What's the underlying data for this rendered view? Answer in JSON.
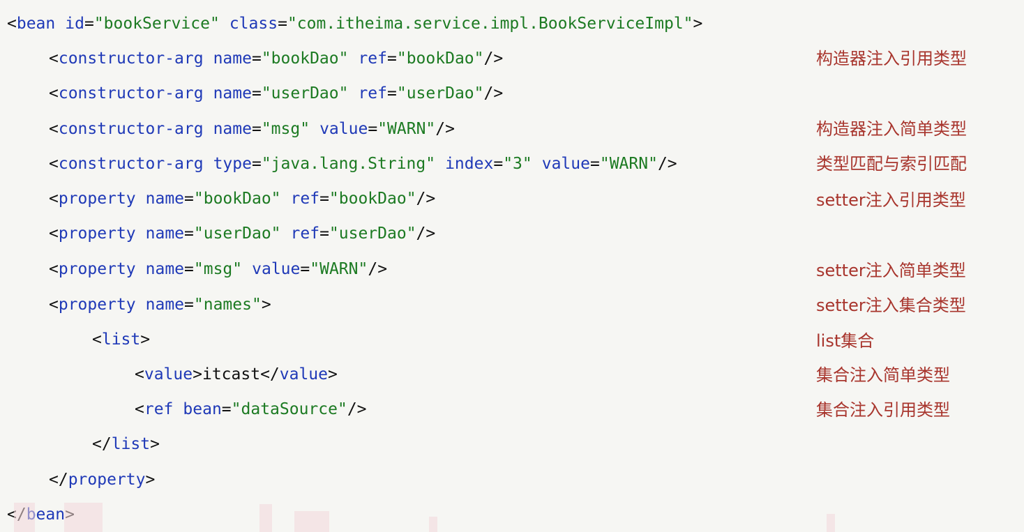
{
  "code": {
    "bean_open": {
      "tag": "bean",
      "attr1_name": "id",
      "attr1_value": "\"bookService\"",
      "attr2_name": "class",
      "attr2_value": "\"com.itheima.service.impl.BookServiceImpl\""
    },
    "ctor1": {
      "tag": "constructor-arg",
      "attr1_name": "name",
      "attr1_value": "\"bookDao\"",
      "attr2_name": "ref",
      "attr2_value": "\"bookDao\""
    },
    "ctor2": {
      "tag": "constructor-arg",
      "attr1_name": "name",
      "attr1_value": "\"userDao\"",
      "attr2_name": "ref",
      "attr2_value": "\"userDao\""
    },
    "ctor3": {
      "tag": "constructor-arg",
      "attr1_name": "name",
      "attr1_value": "\"msg\"",
      "attr2_name": "value",
      "attr2_value": "\"WARN\""
    },
    "ctor4": {
      "tag": "constructor-arg",
      "attr1_name": "type",
      "attr1_value": "\"java.lang.String\"",
      "attr2_name": "index",
      "attr2_value": "\"3\"",
      "attr3_name": "value",
      "attr3_value": "\"WARN\""
    },
    "prop1": {
      "tag": "property",
      "attr1_name": "name",
      "attr1_value": "\"bookDao\"",
      "attr2_name": "ref",
      "attr2_value": "\"bookDao\""
    },
    "prop2": {
      "tag": "property",
      "attr1_name": "name",
      "attr1_value": "\"userDao\"",
      "attr2_name": "ref",
      "attr2_value": "\"userDao\""
    },
    "prop3": {
      "tag": "property",
      "attr1_name": "name",
      "attr1_value": "\"msg\"",
      "attr2_name": "value",
      "attr2_value": "\"WARN\""
    },
    "prop4_open": {
      "tag": "property",
      "attr1_name": "name",
      "attr1_value": "\"names\""
    },
    "list_open": {
      "tag": "list"
    },
    "value_line": {
      "tag": "value",
      "text": "itcast"
    },
    "ref_line": {
      "tag": "ref",
      "attr1_name": "bean",
      "attr1_value": "\"dataSource\""
    },
    "list_close": {
      "tag": "list"
    },
    "prop4_close": {
      "tag": "property"
    },
    "bean_close": {
      "tag": "bean"
    }
  },
  "comments": {
    "c1": "构造器注入引用类型",
    "c2": "构造器注入简单类型",
    "c3": "类型匹配与索引匹配",
    "c4": "setter注入引用类型",
    "c5": "setter注入简单类型",
    "c6": "setter注入集合类型",
    "c7": "list集合",
    "c8": "集合注入简单类型",
    "c9": "集合注入引用类型"
  },
  "colors": {
    "tag": "#1f39b7",
    "attribute": "#1f39b7",
    "value": "#1c7a22",
    "comment": "#a8352d",
    "background": "#f6f6f3"
  }
}
